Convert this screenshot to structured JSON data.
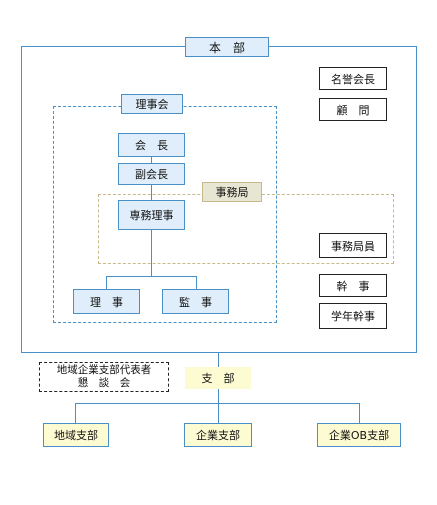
{
  "honbu": {
    "label": "本　部"
  },
  "sidebar": {
    "meiyo_kaicho": "名誉会長",
    "komon": "顧　問",
    "jimukyoku_in": "事務局員",
    "kanji": "幹　事",
    "gakunen_kanji": "学年幹事"
  },
  "rijikai": {
    "title": "理事会",
    "kaicho": "会　長",
    "fuku_kaicho": "副会長",
    "senmu_riji": "専務理事",
    "riji": "理　事",
    "kanji": "監　事"
  },
  "jimukyoku": {
    "label": "事務局"
  },
  "kondankai": {
    "line1": "地域企業支部代表者",
    "line2": "懇　談　会"
  },
  "shibu": {
    "label": "支　部",
    "branches": [
      "地域支部",
      "企業支部",
      "企業OB支部"
    ]
  },
  "colors": {
    "line_blue": "#4a90c8",
    "box_blue": "#dfeefa",
    "box_yellow": "#fdfbd2",
    "dashed_tan": "#c8b98a"
  }
}
